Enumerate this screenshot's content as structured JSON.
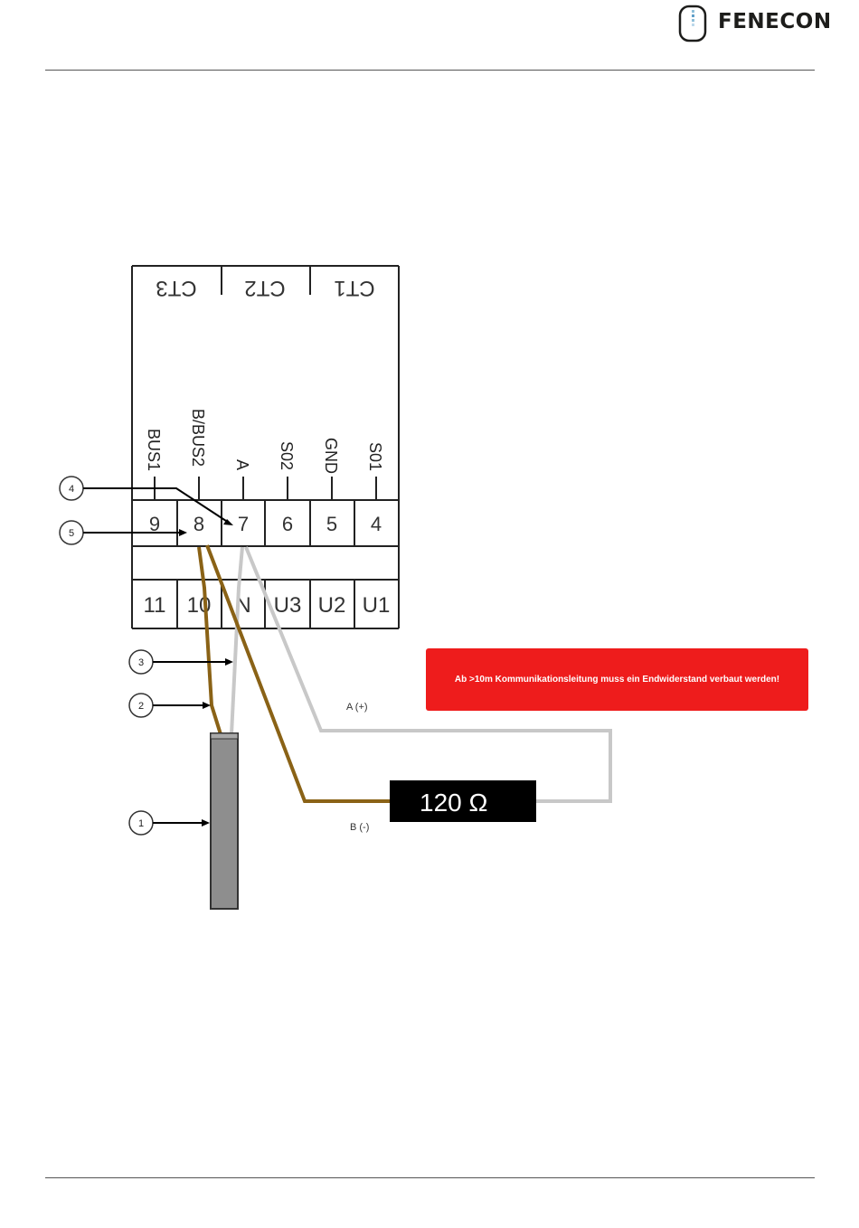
{
  "header": {
    "brand": "FENECON"
  },
  "meter": {
    "top_labels": [
      "CT3",
      "CT2",
      "CT1"
    ],
    "pin_labels": [
      "BUS1",
      "B/BUS2",
      "A",
      "S02",
      "GND",
      "S01"
    ],
    "upper_terminals": [
      "9",
      "8",
      "7",
      "6",
      "5",
      "4"
    ],
    "lower_terminals": [
      "11",
      "10",
      "N",
      "U3",
      "U2",
      "U1"
    ]
  },
  "callouts": [
    "4",
    "5",
    "3",
    "2",
    "1"
  ],
  "wires": {
    "a_label": "A (+)",
    "b_label": "B (-)"
  },
  "resistor": {
    "label": "120 Ω"
  },
  "warning": {
    "text": "Ab >10m Kommunikationsleitung muss ein Endwiderstand verbaut werden!"
  },
  "colors": {
    "wire_brown": "#8a6216",
    "wire_grey": "#c8c8c8",
    "cable": "#8e8e8e",
    "warning_bg": "#ee1c1c"
  }
}
